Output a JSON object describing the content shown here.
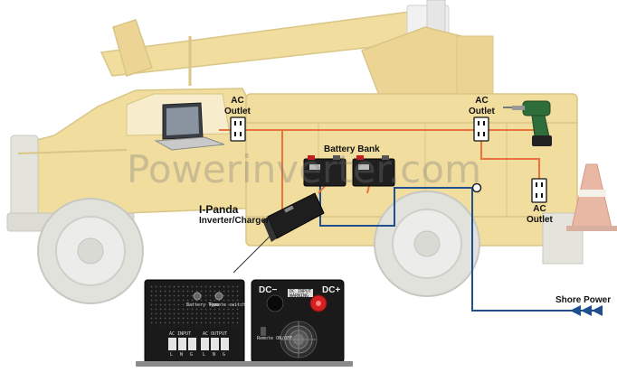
{
  "labels": {
    "ac_outlet_1": [
      "AC",
      "Outlet"
    ],
    "ac_outlet_2": [
      "AC",
      "Outlet"
    ],
    "ac_outlet_3": [
      "AC",
      "Outlet"
    ],
    "battery_bank": "Battery Bank",
    "inverter_title": "I-Panda",
    "inverter_subtitle": "Inverter/Charger",
    "shore_power": "Shore Power"
  },
  "watermark": "Powerinverter.com",
  "device_front": {
    "terminal_minus": "DC−",
    "terminal_plus": "DC+",
    "plate_text": [
      "DC INPUT",
      "WARNING"
    ],
    "switch_text": "Remote  ON/OFF"
  },
  "device_back": {
    "ac_input": "AC INPUT",
    "ac_output": "AC OUTPUT",
    "terminal_letters": [
      "L",
      "N",
      "G",
      "L",
      "N",
      "G"
    ],
    "port_labels": [
      "Battery Type",
      "Remote switch"
    ]
  },
  "colors": {
    "truck_body": "#f1dd9e",
    "truck_shade": "#d9c585",
    "wheel_gray": "#c8c8c2",
    "ac_wire": "#e8743a",
    "dc_wire": "#1f4f8f",
    "device_black": "#1a1a1a",
    "battery_black": "#202020",
    "terminal_red": "#d21f1f"
  },
  "icons": [
    "laptop-icon",
    "power-drill-icon",
    "traffic-cone-icon",
    "outlet-icon",
    "battery-icon",
    "fan-icon"
  ]
}
